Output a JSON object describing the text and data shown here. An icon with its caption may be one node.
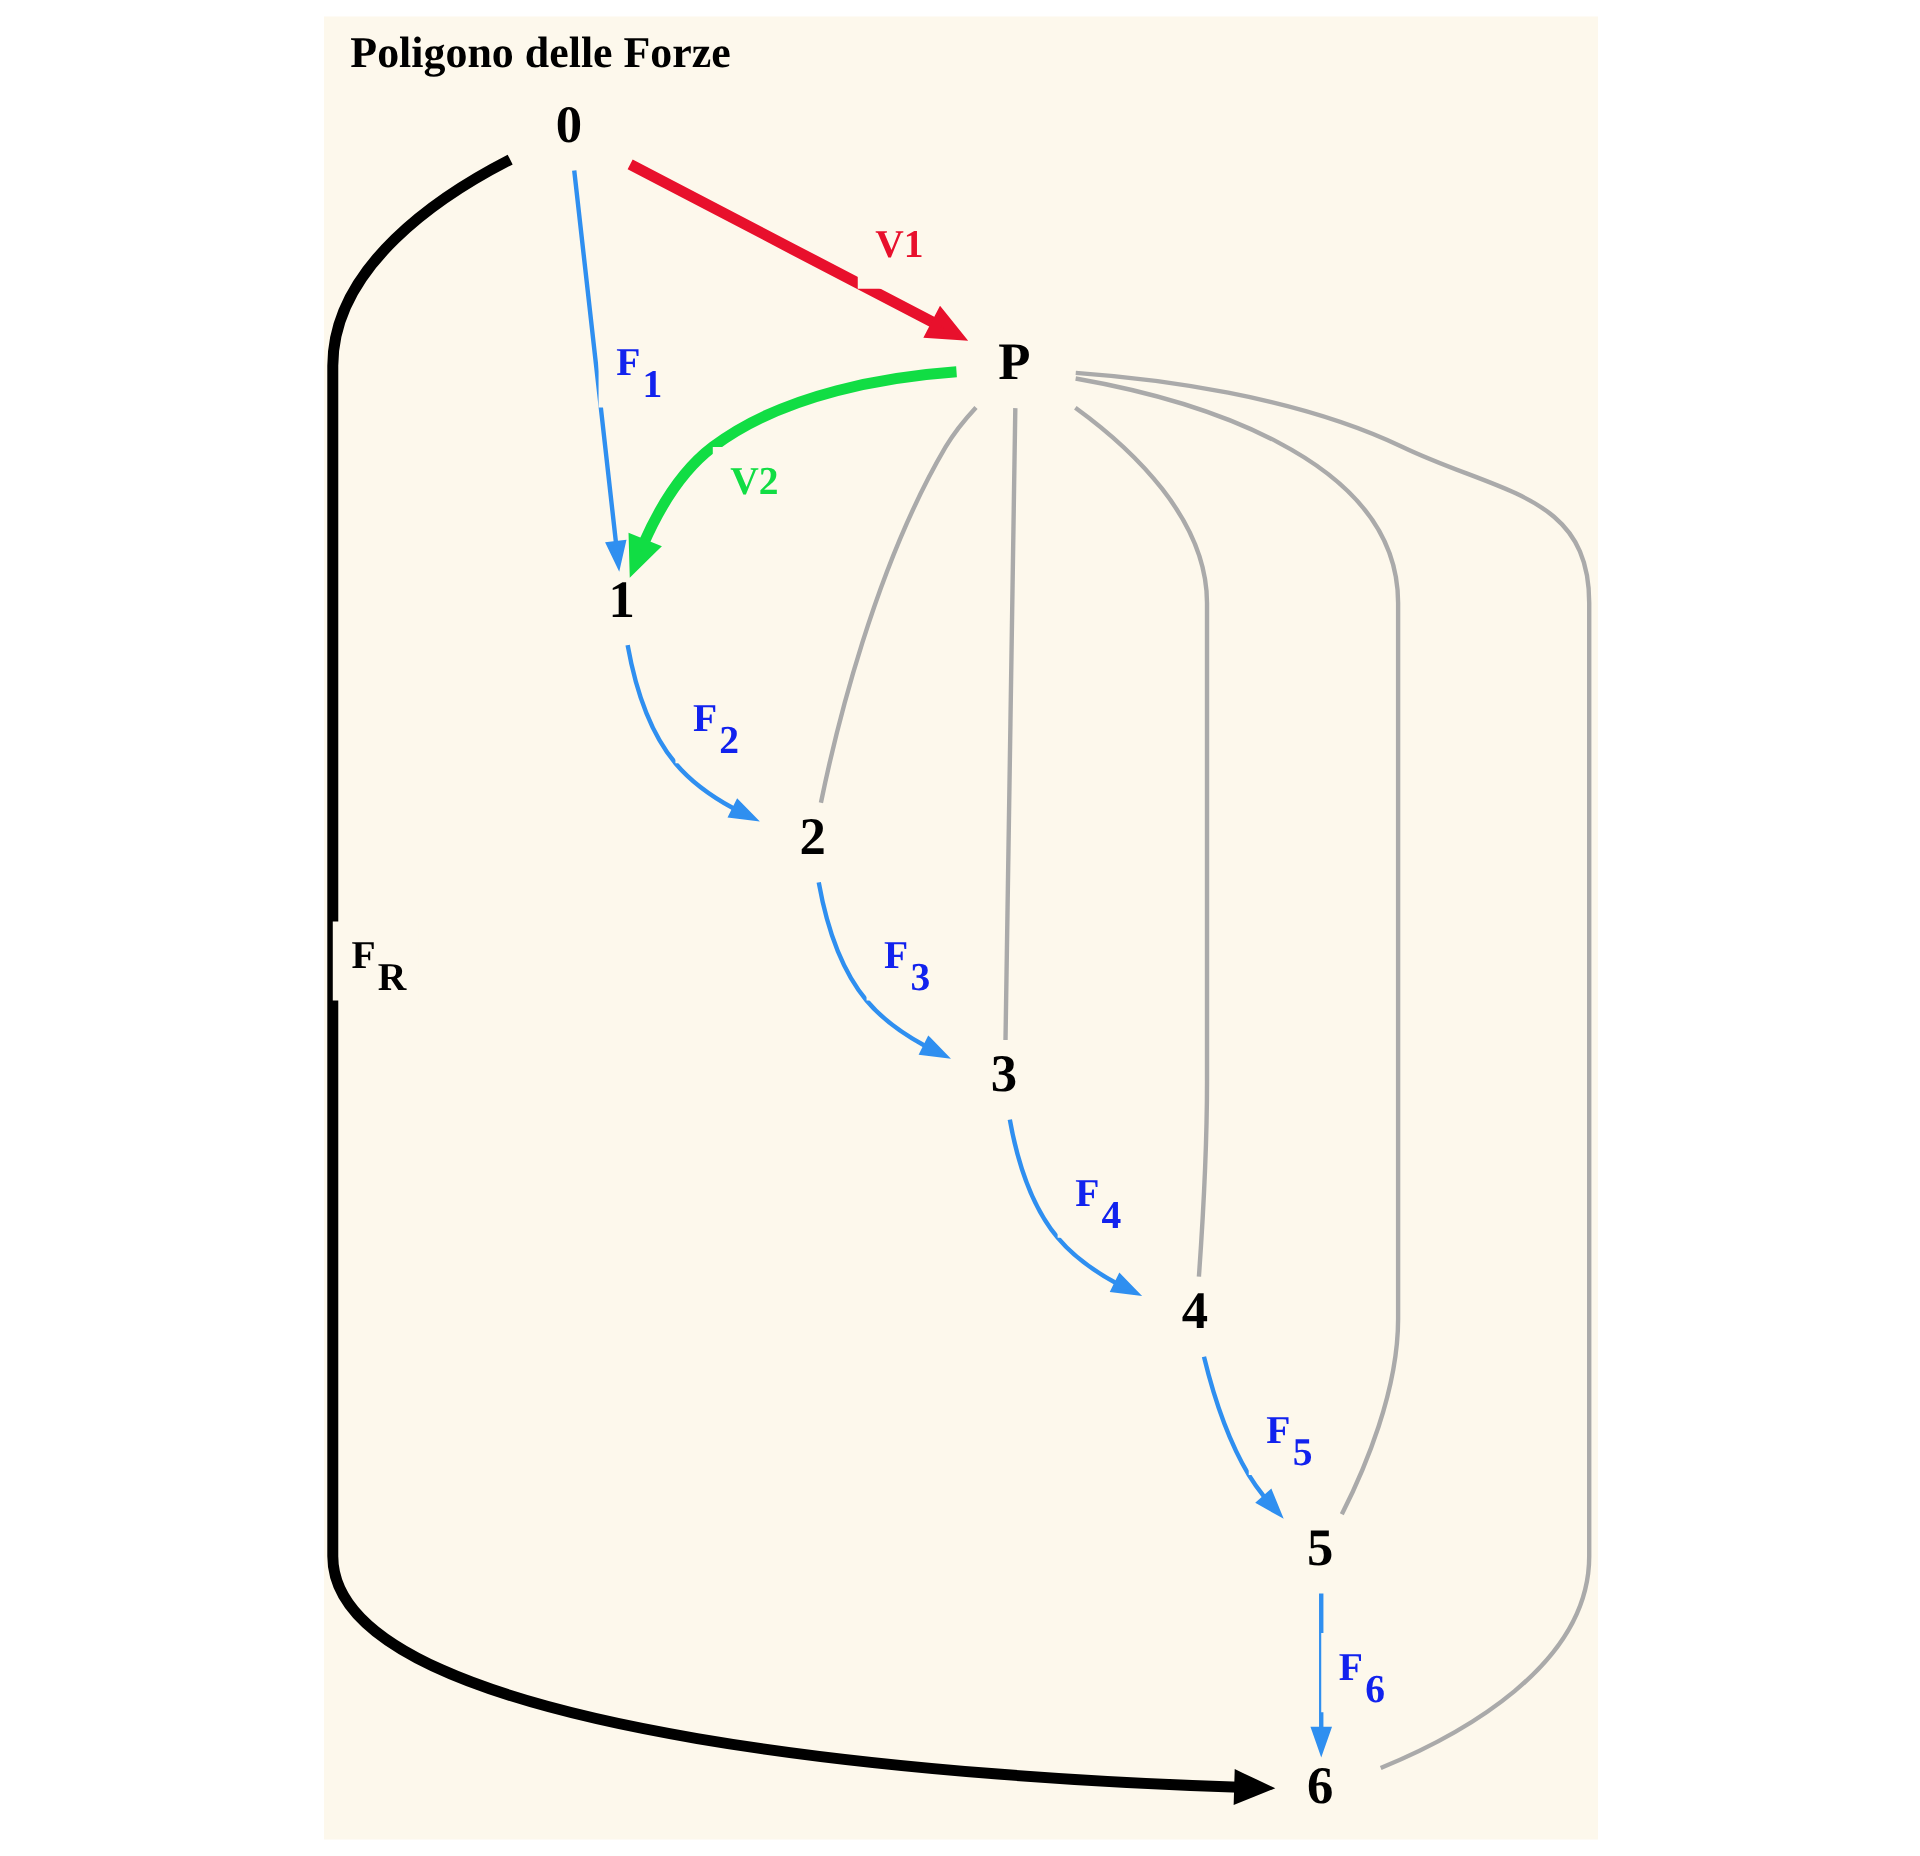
{
  "diagram": {
    "title": "Poligono delle Forze",
    "nodes": [
      {
        "text": [
          "0"
        ]
      },
      {
        "text": [
          "1"
        ]
      },
      {
        "text": [
          "2"
        ]
      },
      {
        "text": [
          "3"
        ]
      },
      {
        "text": [
          "4"
        ]
      },
      {
        "text": [
          "5"
        ]
      },
      {
        "text": [
          "6"
        ]
      },
      {
        "text": [
          "P"
        ]
      }
    ],
    "edges": [
      {
        "from": 0,
        "to": 1,
        "arrow": "to",
        "label": "F$_{1}$"
      },
      {
        "from": 1,
        "to": 2,
        "arrow": "to",
        "label": "F$_{2}$"
      },
      {
        "from": 2,
        "to": 3,
        "arrow": "to",
        "label": "F$_{3}$"
      },
      {
        "from": 3,
        "to": 4,
        "arrow": "to",
        "label": "F$_{4}$"
      },
      {
        "from": 4,
        "to": 5,
        "arrow": "to",
        "label": "F$_{5}$"
      },
      {
        "from": 5,
        "to": 6,
        "arrow": "to",
        "label": "F$_{6}$"
      },
      {
        "from": 0,
        "to": 7,
        "arrow": "to",
        "label": "V1",
        "style": "thick",
        "color": "#e8102c"
      },
      {
        "from": 7,
        "to": 1,
        "arrow": "to",
        "label": "V2",
        "style": "thick",
        "color": "#11dd44"
      },
      {
        "from": 0,
        "to": 6,
        "arrow": "to",
        "label": "F$_{R}$",
        "style": "thick",
        "color": "#000000"
      },
      {
        "from": 7,
        "to": 2,
        "arrow": "none",
        "color": "#aaaaaa"
      },
      {
        "from": 7,
        "to": 3,
        "arrow": "none",
        "color": "#aaaaaa"
      },
      {
        "from": 7,
        "to": 4,
        "arrow": "none",
        "color": "#aaaaaa"
      },
      {
        "from": 7,
        "to": 5,
        "arrow": "none",
        "color": "#aaaaaa"
      },
      {
        "from": 7,
        "to": 6,
        "arrow": "none",
        "color": "#aaaaaa"
      }
    ]
  }
}
